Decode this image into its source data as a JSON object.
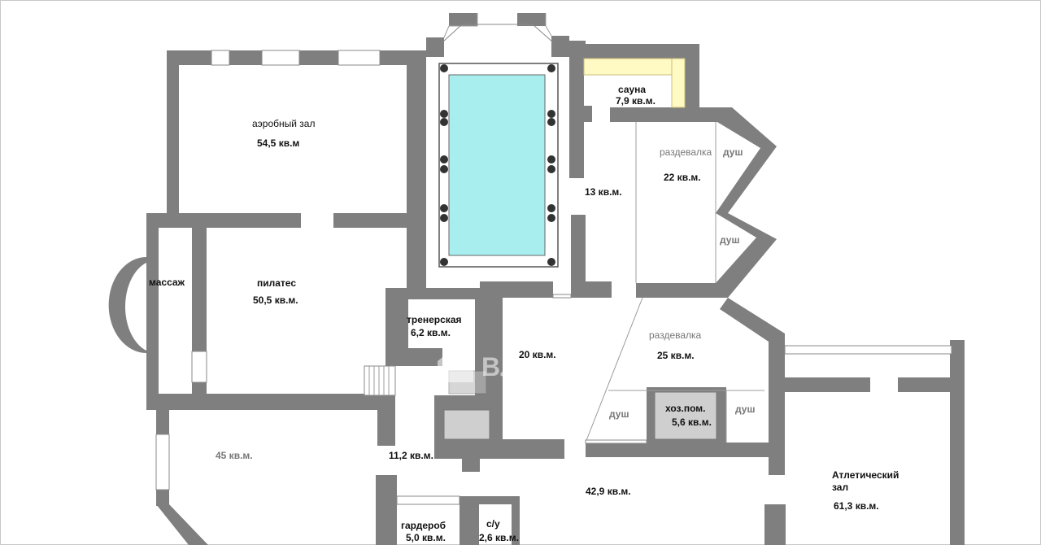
{
  "watermark": {
    "text": "ВЛАДИС"
  },
  "rooms": {
    "aerobic_name": "аэробный зал",
    "aerobic_area": "54,5 кв.м",
    "pilates_name": "пилатес",
    "pilates_area": "50,5 кв.м.",
    "massage_name": "массаж",
    "trainer_name": "тренерская",
    "trainer_area": "6,2 кв.м.",
    "sauna_name": "сауна",
    "sauna_area": "7,9 кв.м.",
    "corridor_pool_area": "13 кв.м.",
    "locker1_name": "раздевалка",
    "locker1_area": "22 кв.м.",
    "shower1": "душ",
    "shower2": "душ",
    "locker2_name": "раздевалка",
    "locker2_area": "25 кв.м.",
    "hall20_area": "20 кв.м.",
    "utility_name": "хоз.пом.",
    "utility_area": "5,6 кв.м.",
    "shower3": "душ",
    "shower4": "душ",
    "room45_area": "45 кв.м.",
    "hall11_area": "11,2 кв.м.",
    "hall42_area": "42,9 кв.м.",
    "athletic_name_1": "Атлетический",
    "athletic_name_2": "зал",
    "athletic_area": "61,3 кв.м.",
    "wardrobe_name": "гардероб",
    "wardrobe_area": "5,0 кв.м.",
    "wc_name": "с/у",
    "wc_area": "2,6 кв.м."
  },
  "colors": {
    "wall": "#7f7f7f",
    "pool": "#a8eeee",
    "sauna": "#fff9c4"
  }
}
